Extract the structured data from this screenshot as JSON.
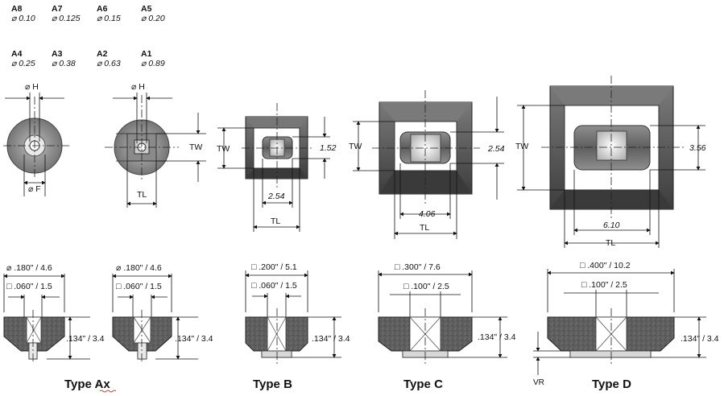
{
  "grades": [
    {
      "code": "A8",
      "dia": "⌀ 0.10"
    },
    {
      "code": "A7",
      "dia": "⌀ 0.125"
    },
    {
      "code": "A6",
      "dia": "⌀ 0.15"
    },
    {
      "code": "A5",
      "dia": "⌀ 0.20"
    },
    {
      "code": "A4",
      "dia": "⌀ 0.25"
    },
    {
      "code": "A3",
      "dia": "⌀ 0.38"
    },
    {
      "code": "A2",
      "dia": "⌀ 0.63"
    },
    {
      "code": "A1",
      "dia": "⌀ 0.89"
    }
  ],
  "top_labels": {
    "dia_h_1": "⌀ H",
    "dia_f": "⌀ F",
    "dia_h_2": "⌀ H",
    "tw": "TW",
    "tl": "TL"
  },
  "type_b": {
    "inner_h": "1.52",
    "inner_w": "2.54"
  },
  "type_c": {
    "inner_h": "2.54",
    "inner_w": "4.06"
  },
  "type_d": {
    "inner_h": "3.56",
    "inner_w": "6.10"
  },
  "side_views": {
    "ax1": {
      "outer": "⌀ .180\" / 4.6",
      "inner": "□ .060\" / 1.5",
      "height": ".134\" / 3.4"
    },
    "ax2": {
      "outer": "⌀ .180\" / 4.6",
      "inner": "□ .060\" / 1.5",
      "height": ".134\" / 3.4"
    },
    "b": {
      "outer": "□ .200\" / 5.1",
      "inner": "□ .060\" / 1.5",
      "height": ".134\" / 3.4"
    },
    "c": {
      "outer": "□ .300\" / 7.6",
      "inner": "□ .100\" / 2.5",
      "height": ".134\" / 3.4"
    },
    "d": {
      "outer": "□ .400\" / 10.2",
      "inner": "□ .100\" / 2.5",
      "height": ".134\" / 3.4",
      "vr": "VR"
    }
  },
  "type_labels": {
    "ax": "Type Ax",
    "b": "Type B",
    "c": "Type C",
    "d": "Type D"
  }
}
